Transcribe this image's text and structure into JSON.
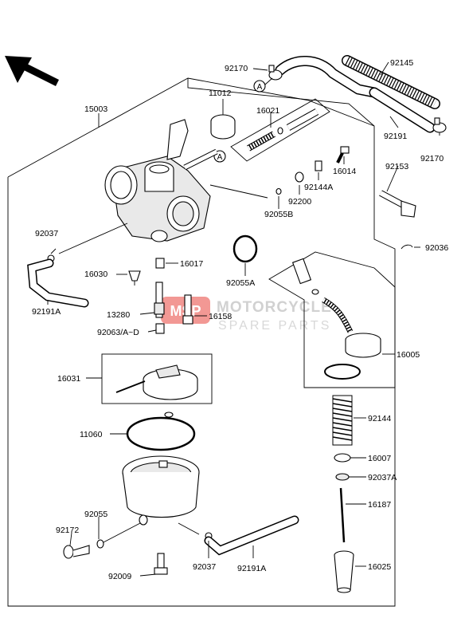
{
  "labels": {
    "p92170a": "92170",
    "p92145": "92145",
    "p15003": "15003",
    "p11012": "11012",
    "p16021": "16021",
    "p92191": "92191",
    "p92170b": "92170",
    "p16014": "16014",
    "p92153": "92153",
    "p92144A": "92144A",
    "p92200": "92200",
    "p92055B": "92055B",
    "p92037": "92037",
    "p92036": "92036",
    "p16030": "16030",
    "p16017": "16017",
    "p92055A": "92055A",
    "p92191A_top": "92191A",
    "p13280": "13280",
    "p16158": "16158",
    "p92063": "92063/A~D",
    "p16005": "16005",
    "p16031": "16031",
    "p92144": "92144",
    "p11060": "11060",
    "p16007": "16007",
    "p92037A": "92037A",
    "p16187": "16187",
    "p92055": "92055",
    "p92172": "92172",
    "p92037b": "92037",
    "p92191A_bot": "92191A",
    "p92009": "92009",
    "p16025": "16025"
  },
  "callouts": {
    "a1": "A",
    "a2": "A"
  },
  "watermark": {
    "line1": "MOTORCYCLE",
    "line2": "SPARE PARTS",
    "logo": "MSP"
  },
  "colors": {
    "line": "#000000",
    "watermark": "#c8c8c8",
    "logo_red": "#e2231a"
  }
}
